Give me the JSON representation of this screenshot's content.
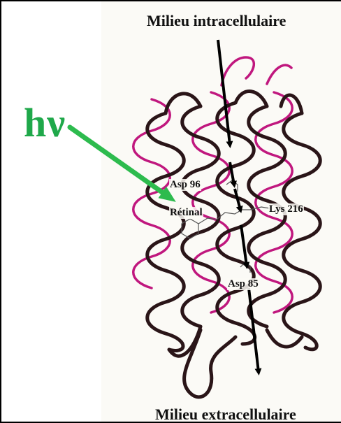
{
  "labels": {
    "top": "Milieu intracellulaire",
    "bottom": "Milieu extracellulaire",
    "light": "hν",
    "asp96": "Asp 96",
    "retinal": "Rétinal",
    "lys216": "Lys 216",
    "asp85": "Asp 85"
  },
  "colors": {
    "background": "#ffffff",
    "panel": "#fbfaf6",
    "helix_dark": "#2a1518",
    "helix_magenta": "#c0177e",
    "light_arrow": "#2dbb4e",
    "proton_arrow": "#000000"
  }
}
